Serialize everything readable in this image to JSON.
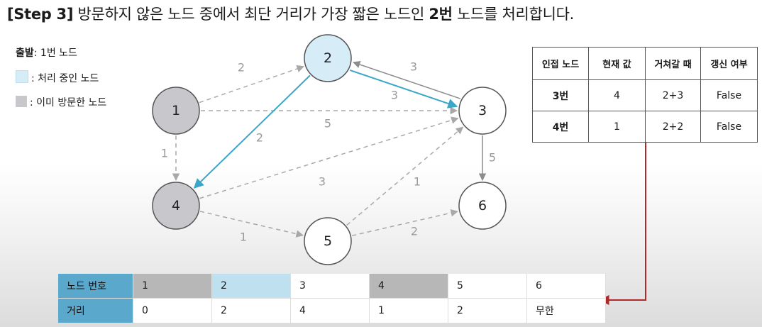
{
  "title": {
    "step": "[Step 3]",
    "text_a": " 방문하지 않은 노드 중에서 최단 거리가 가장 짧은 노드인 ",
    "highlight": "2번",
    "text_b": " 노드를 처리합니다."
  },
  "legend": {
    "start_label": "출발",
    "start_value": ": 1번 노드",
    "processing": ": 처리 중인 노드",
    "visited": ": 이미 방문한 노드",
    "processing_color": "#d6ecf7",
    "visited_color": "#c8c8cc"
  },
  "graph": {
    "nodes": [
      {
        "id": "1",
        "state": "visited"
      },
      {
        "id": "2",
        "state": "processing"
      },
      {
        "id": "3",
        "state": "unvisited"
      },
      {
        "id": "4",
        "state": "visited"
      },
      {
        "id": "5",
        "state": "unvisited"
      },
      {
        "id": "6",
        "state": "unvisited"
      }
    ],
    "edges": [
      {
        "from": "1",
        "to": "2",
        "weight": "2",
        "style": "dashed"
      },
      {
        "from": "1",
        "to": "3",
        "weight": "5",
        "style": "dashed"
      },
      {
        "from": "1",
        "to": "4",
        "weight": "1",
        "style": "dashed"
      },
      {
        "from": "2",
        "to": "3",
        "weight": "3",
        "style": "highlight"
      },
      {
        "from": "3",
        "to": "2",
        "weight": "3",
        "style": "solid"
      },
      {
        "from": "2",
        "to": "4",
        "weight": "2",
        "style": "highlight"
      },
      {
        "from": "3",
        "to": "6",
        "weight": "5",
        "style": "solid"
      },
      {
        "from": "4",
        "to": "3",
        "weight": "3",
        "style": "dashed"
      },
      {
        "from": "4",
        "to": "5",
        "weight": "1",
        "style": "dashed"
      },
      {
        "from": "5",
        "to": "3",
        "weight": "1",
        "style": "dashed"
      },
      {
        "from": "5",
        "to": "6",
        "weight": "2",
        "style": "dashed"
      }
    ],
    "colors": {
      "highlight_edge": "#3aa6c8",
      "solid_edge": "#8c8c8c",
      "dashed_edge": "#a8a8a8",
      "processing_fill": "#d6ecf7",
      "visited_fill": "#c8c8cc",
      "unvisited_fill": "#ffffff"
    }
  },
  "adjacency_table": {
    "headers": [
      "인접 노드",
      "현재 값",
      "거쳐갈 때",
      "갱신 여부"
    ],
    "rows": [
      [
        "3번",
        "4",
        "2+3",
        "False"
      ],
      [
        "4번",
        "1",
        "2+2",
        "False"
      ]
    ]
  },
  "distance_table": {
    "row1_label": "노드 번호",
    "row2_label": "거리",
    "nodes": [
      "1",
      "2",
      "3",
      "4",
      "5",
      "6"
    ],
    "distances": [
      "0",
      "2",
      "4",
      "1",
      "2",
      "무한"
    ],
    "arrow_color": "#b0282a"
  }
}
